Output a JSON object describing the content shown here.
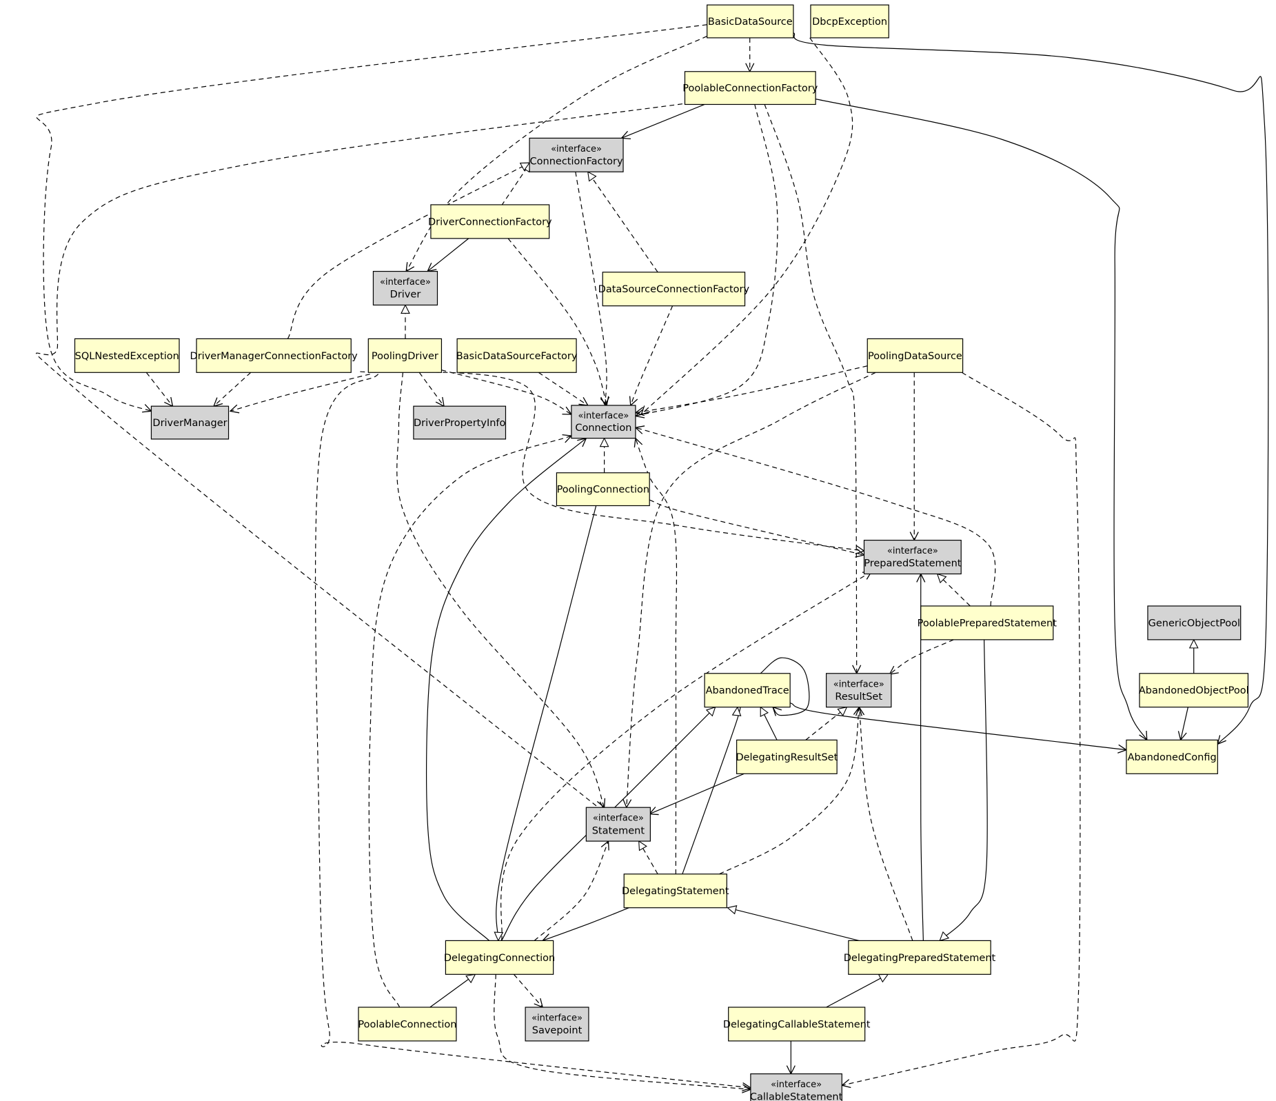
{
  "colors": {
    "class_fill": "#ffffcc",
    "interface_fill": "#d4d4d4",
    "border": "#000000",
    "edge": "#000000",
    "background": "#ffffff"
  },
  "stereotype_label": "«interface»",
  "nodes": {
    "BasicDataSource": {
      "label": "BasicDataSource",
      "kind": "class"
    },
    "DbcpException": {
      "label": "DbcpException",
      "kind": "class"
    },
    "PoolableConnectionFactory": {
      "label": "PoolableConnectionFactory",
      "kind": "class"
    },
    "ConnectionFactory": {
      "label": "ConnectionFactory",
      "kind": "interface"
    },
    "DriverConnectionFactory": {
      "label": "DriverConnectionFactory",
      "kind": "class"
    },
    "Driver": {
      "label": "Driver",
      "kind": "interface"
    },
    "DataSourceConnectionFactory": {
      "label": "DataSourceConnectionFactory",
      "kind": "class"
    },
    "SQLNestedException": {
      "label": "SQLNestedException",
      "kind": "class"
    },
    "DriverManagerConnectionFactory": {
      "label": "DriverManagerConnectionFactory",
      "kind": "class"
    },
    "PoolingDriver": {
      "label": "PoolingDriver",
      "kind": "class"
    },
    "BasicDataSourceFactory": {
      "label": "BasicDataSourceFactory",
      "kind": "class"
    },
    "PoolingDataSource": {
      "label": "PoolingDataSource",
      "kind": "class"
    },
    "DriverManager": {
      "label": "DriverManager",
      "kind": "external"
    },
    "DriverPropertyInfo": {
      "label": "DriverPropertyInfo",
      "kind": "external"
    },
    "Connection": {
      "label": "Connection",
      "kind": "interface"
    },
    "PoolingConnection": {
      "label": "PoolingConnection",
      "kind": "class"
    },
    "PreparedStatement": {
      "label": "PreparedStatement",
      "kind": "interface"
    },
    "PoolablePreparedStatement": {
      "label": "PoolablePreparedStatement",
      "kind": "class"
    },
    "GenericObjectPool": {
      "label": "GenericObjectPool",
      "kind": "external"
    },
    "AbandonedTrace": {
      "label": "AbandonedTrace",
      "kind": "class"
    },
    "ResultSet": {
      "label": "ResultSet",
      "kind": "interface"
    },
    "AbandonedObjectPool": {
      "label": "AbandonedObjectPool",
      "kind": "class"
    },
    "DelegatingResultSet": {
      "label": "DelegatingResultSet",
      "kind": "class"
    },
    "AbandonedConfig": {
      "label": "AbandonedConfig",
      "kind": "class"
    },
    "Statement": {
      "label": "Statement",
      "kind": "interface"
    },
    "DelegatingStatement": {
      "label": "DelegatingStatement",
      "kind": "class"
    },
    "DelegatingConnection": {
      "label": "DelegatingConnection",
      "kind": "class"
    },
    "DelegatingPreparedStatement": {
      "label": "DelegatingPreparedStatement",
      "kind": "class"
    },
    "PoolableConnection": {
      "label": "PoolableConnection",
      "kind": "class"
    },
    "Savepoint": {
      "label": "Savepoint",
      "kind": "interface"
    },
    "DelegatingCallableStatement": {
      "label": "DelegatingCallableStatement",
      "kind": "class"
    },
    "CallableStatement": {
      "label": "CallableStatement",
      "kind": "interface"
    }
  },
  "edges": [
    {
      "from": "BasicDataSource",
      "to": "PoolableConnectionFactory",
      "type": "dependency"
    },
    {
      "from": "BasicDataSource",
      "to": "DriverManager",
      "type": "dependency"
    },
    {
      "from": "BasicDataSource",
      "to": "Driver",
      "type": "dependency"
    },
    {
      "from": "BasicDataSource",
      "to": "Connection",
      "type": "dependency"
    },
    {
      "from": "BasicDataSource",
      "to": "AbandonedConfig",
      "type": "association"
    },
    {
      "from": "PoolableConnectionFactory",
      "to": "ConnectionFactory",
      "type": "association"
    },
    {
      "from": "PoolableConnectionFactory",
      "to": "Statement",
      "type": "dependency"
    },
    {
      "from": "PoolableConnectionFactory",
      "to": "Connection",
      "type": "dependency"
    },
    {
      "from": "PoolableConnectionFactory",
      "to": "ResultSet",
      "type": "dependency"
    },
    {
      "from": "PoolableConnectionFactory",
      "to": "AbandonedConfig",
      "type": "association"
    },
    {
      "from": "ConnectionFactory",
      "to": "Connection",
      "type": "dependency"
    },
    {
      "from": "DriverConnectionFactory",
      "to": "ConnectionFactory",
      "type": "realization"
    },
    {
      "from": "DriverConnectionFactory",
      "to": "Driver",
      "type": "association"
    },
    {
      "from": "DriverConnectionFactory",
      "to": "Connection",
      "type": "dependency"
    },
    {
      "from": "DataSourceConnectionFactory",
      "to": "ConnectionFactory",
      "type": "realization"
    },
    {
      "from": "DataSourceConnectionFactory",
      "to": "Connection",
      "type": "dependency"
    },
    {
      "from": "DriverManagerConnectionFactory",
      "to": "ConnectionFactory",
      "type": "realization"
    },
    {
      "from": "DriverManagerConnectionFactory",
      "to": "DriverManager",
      "type": "dependency"
    },
    {
      "from": "SQLNestedException",
      "to": "DriverManager",
      "type": "dependency"
    },
    {
      "from": "PoolingDriver",
      "to": "Driver",
      "type": "realization"
    },
    {
      "from": "PoolingDriver",
      "to": "DriverManager",
      "type": "dependency"
    },
    {
      "from": "PoolingDriver",
      "to": "DriverPropertyInfo",
      "type": "dependency"
    },
    {
      "from": "PoolingDriver",
      "to": "Connection",
      "type": "dependency"
    },
    {
      "from": "PoolingDriver",
      "to": "Statement",
      "type": "dependency"
    },
    {
      "from": "PoolingDriver",
      "to": "PreparedStatement",
      "type": "dependency"
    },
    {
      "from": "PoolingDriver",
      "to": "CallableStatement",
      "type": "dependency"
    },
    {
      "from": "BasicDataSourceFactory",
      "to": "Connection",
      "type": "dependency"
    },
    {
      "from": "PoolingDataSource",
      "to": "Connection",
      "type": "dependency"
    },
    {
      "from": "PoolingDataSource",
      "to": "PreparedStatement",
      "type": "dependency"
    },
    {
      "from": "PoolingDataSource",
      "to": "Statement",
      "type": "dependency"
    },
    {
      "from": "PoolingDataSource",
      "to": "CallableStatement",
      "type": "dependency"
    },
    {
      "from": "PoolingConnection",
      "to": "Connection",
      "type": "realization"
    },
    {
      "from": "PoolingConnection",
      "to": "PreparedStatement",
      "type": "dependency"
    },
    {
      "from": "PoolingConnection",
      "to": "DelegatingConnection",
      "type": "generalization"
    },
    {
      "from": "PoolablePreparedStatement",
      "to": "PreparedStatement",
      "type": "realization"
    },
    {
      "from": "PoolablePreparedStatement",
      "to": "ResultSet",
      "type": "dependency"
    },
    {
      "from": "PoolablePreparedStatement",
      "to": "Connection",
      "type": "dependency"
    },
    {
      "from": "PoolablePreparedStatement",
      "to": "DelegatingPreparedStatement",
      "type": "generalization"
    },
    {
      "from": "AbandonedObjectPool",
      "to": "GenericObjectPool",
      "type": "generalization"
    },
    {
      "from": "AbandonedObjectPool",
      "to": "AbandonedConfig",
      "type": "association"
    },
    {
      "from": "AbandonedTrace",
      "to": "AbandonedTrace",
      "type": "association"
    },
    {
      "from": "AbandonedTrace",
      "to": "AbandonedConfig",
      "type": "association"
    },
    {
      "from": "DelegatingResultSet",
      "to": "AbandonedTrace",
      "type": "generalization"
    },
    {
      "from": "DelegatingResultSet",
      "to": "ResultSet",
      "type": "realization"
    },
    {
      "from": "DelegatingResultSet",
      "to": "Statement",
      "type": "association"
    },
    {
      "from": "DelegatingStatement",
      "to": "Statement",
      "type": "realization"
    },
    {
      "from": "DelegatingStatement",
      "to": "AbandonedTrace",
      "type": "generalization"
    },
    {
      "from": "DelegatingStatement",
      "to": "DelegatingConnection",
      "type": "association"
    },
    {
      "from": "DelegatingStatement",
      "to": "ResultSet",
      "type": "dependency"
    },
    {
      "from": "DelegatingStatement",
      "to": "Connection",
      "type": "dependency"
    },
    {
      "from": "DelegatingConnection",
      "to": "AbandonedTrace",
      "type": "generalization"
    },
    {
      "from": "DelegatingConnection",
      "to": "Connection",
      "type": "association"
    },
    {
      "from": "DelegatingConnection",
      "to": "Statement",
      "type": "dependency"
    },
    {
      "from": "DelegatingConnection",
      "to": "PreparedStatement",
      "type": "dependency"
    },
    {
      "from": "DelegatingConnection",
      "to": "Savepoint",
      "type": "dependency"
    },
    {
      "from": "DelegatingConnection",
      "to": "CallableStatement",
      "type": "dependency"
    },
    {
      "from": "DelegatingPreparedStatement",
      "to": "DelegatingStatement",
      "type": "generalization"
    },
    {
      "from": "DelegatingPreparedStatement",
      "to": "PreparedStatement",
      "type": "association"
    },
    {
      "from": "DelegatingPreparedStatement",
      "to": "ResultSet",
      "type": "dependency"
    },
    {
      "from": "PoolableConnection",
      "to": "DelegatingConnection",
      "type": "generalization"
    },
    {
      "from": "PoolableConnection",
      "to": "Connection",
      "type": "dependency"
    },
    {
      "from": "DelegatingCallableStatement",
      "to": "DelegatingPreparedStatement",
      "type": "generalization"
    },
    {
      "from": "DelegatingCallableStatement",
      "to": "CallableStatement",
      "type": "association"
    }
  ]
}
